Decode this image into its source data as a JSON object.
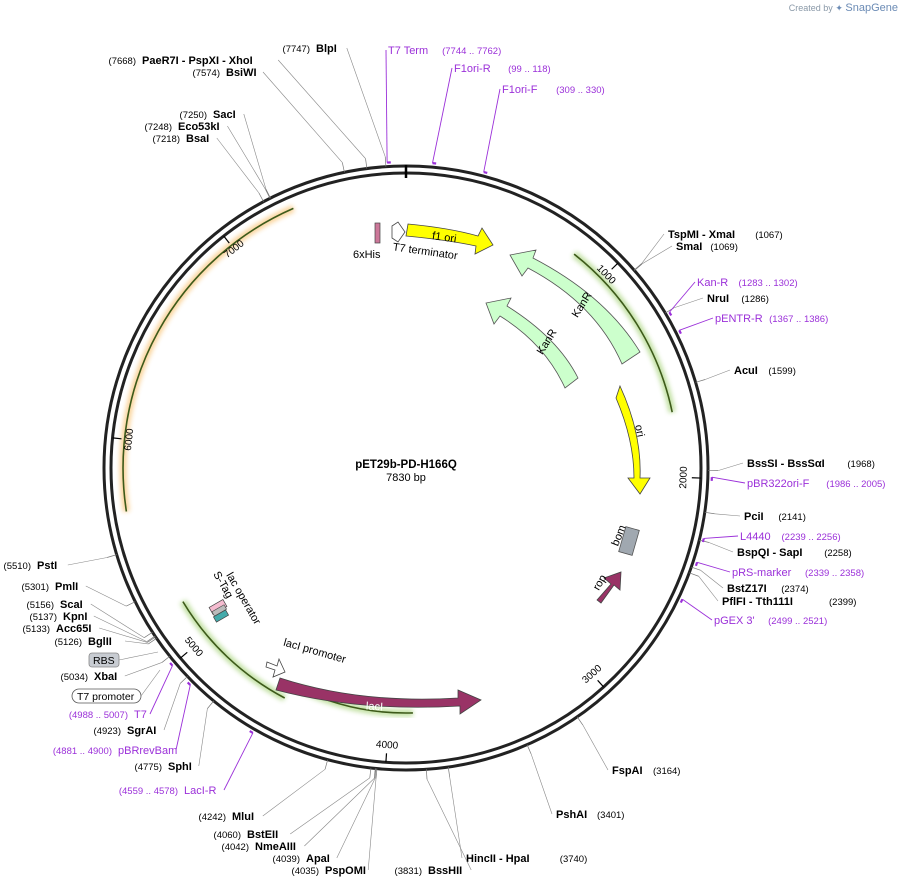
{
  "credit": {
    "prefix": "Created by",
    "brand": "SnapGene"
  },
  "plasmid": {
    "name": "pET29b-PD-H166Q",
    "length_label": "7830 bp",
    "length": 7830
  },
  "ticks": [
    {
      "label": "1000",
      "pos": 1000
    },
    {
      "label": "2000",
      "pos": 2000
    },
    {
      "label": "3000",
      "pos": 3000
    },
    {
      "label": "4000",
      "pos": 4000
    },
    {
      "label": "5000",
      "pos": 5000
    },
    {
      "label": "6000",
      "pos": 6000
    },
    {
      "label": "7000",
      "pos": 7000
    }
  ],
  "enzymes": [
    {
      "text": "BlpI",
      "pos_text": "(7747)",
      "pos": 7747,
      "side": "left"
    },
    {
      "text": "PaeR7I - PspXI - XhoI",
      "pos_text": "(7668)",
      "pos": 7668,
      "side": "left"
    },
    {
      "text": "BsiWI",
      "pos_text": "(7574)",
      "pos": 7574,
      "side": "left"
    },
    {
      "text": "SacI",
      "pos_text": "(7250)",
      "pos": 7250,
      "side": "left"
    },
    {
      "text": "Eco53kI",
      "pos_text": "(7248)",
      "pos": 7248,
      "side": "left"
    },
    {
      "text": "BsaI",
      "pos_text": "(7218)",
      "pos": 7218,
      "side": "left"
    },
    {
      "text": "TspMI - XmaI",
      "pos_text": "(1067)",
      "pos": 1067,
      "side": "right"
    },
    {
      "text": "SmaI",
      "pos_text": "(1069)",
      "pos": 1069,
      "side": "right"
    },
    {
      "text": "NruI",
      "pos_text": "(1286)",
      "pos": 1286,
      "side": "right"
    },
    {
      "text": "AcuI",
      "pos_text": "(1599)",
      "pos": 1599,
      "side": "right"
    },
    {
      "text": "BssSI - BssSαI",
      "pos_text": "(1968)",
      "pos": 1968,
      "side": "right"
    },
    {
      "text": "PciI",
      "pos_text": "(2141)",
      "pos": 2141,
      "side": "right"
    },
    {
      "text": "BspQI - SapI",
      "pos_text": "(2258)",
      "pos": 2258,
      "side": "right"
    },
    {
      "text": "BstZ17I",
      "pos_text": "(2374)",
      "pos": 2374,
      "side": "right"
    },
    {
      "text": "PflFI - Tth111I",
      "pos_text": "(2399)",
      "pos": 2399,
      "side": "right"
    },
    {
      "text": "FspAI",
      "pos_text": "(3164)",
      "pos": 3164,
      "side": "right"
    },
    {
      "text": "PshAI",
      "pos_text": "(3401)",
      "pos": 3401,
      "side": "right"
    },
    {
      "text": "HincII - HpaI",
      "pos_text": "(3740)",
      "pos": 3740,
      "side": "right"
    },
    {
      "text": "BssHII",
      "pos_text": "(3831)",
      "pos": 3831,
      "side": "left"
    },
    {
      "text": "PspOMI",
      "pos_text": "(4035)",
      "pos": 4035,
      "side": "left"
    },
    {
      "text": "ApaI",
      "pos_text": "(4039)",
      "pos": 4039,
      "side": "left"
    },
    {
      "text": "NmeAIII",
      "pos_text": "(4042)",
      "pos": 4042,
      "side": "left"
    },
    {
      "text": "BstEII",
      "pos_text": "(4060)",
      "pos": 4060,
      "side": "left"
    },
    {
      "text": "MluI",
      "pos_text": "(4242)",
      "pos": 4242,
      "side": "left"
    },
    {
      "text": "SphI",
      "pos_text": "(4775)",
      "pos": 4775,
      "side": "left"
    },
    {
      "text": "SgrAI",
      "pos_text": "(4923)",
      "pos": 4923,
      "side": "left"
    },
    {
      "text": "XbaI",
      "pos_text": "(5034)",
      "pos": 5034,
      "side": "left"
    },
    {
      "text": "BglII",
      "pos_text": "(5126)",
      "pos": 5126,
      "side": "left"
    },
    {
      "text": "Acc65I",
      "pos_text": "(5133)",
      "pos": 5133,
      "side": "left"
    },
    {
      "text": "KpnI",
      "pos_text": "(5137)",
      "pos": 5137,
      "side": "left"
    },
    {
      "text": "ScaI",
      "pos_text": "(5156)",
      "pos": 5156,
      "side": "left"
    },
    {
      "text": "PmlI",
      "pos_text": "(5301)",
      "pos": 5301,
      "side": "left"
    },
    {
      "text": "PstI",
      "pos_text": "(5510)",
      "pos": 5510,
      "side": "left"
    }
  ],
  "primers": [
    {
      "text": "T7 Term",
      "range": "(7744 .. 7762)",
      "pos": 7753,
      "side": "right"
    },
    {
      "text": "F1ori-R",
      "range": "(99 .. 118)",
      "pos": 108,
      "side": "right"
    },
    {
      "text": "F1ori-F",
      "range": "(309 .. 330)",
      "pos": 320,
      "side": "right"
    },
    {
      "text": "Kan-R",
      "range": "(1283 .. 1302)",
      "pos": 1292,
      "side": "right"
    },
    {
      "text": "pENTR-R",
      "range": "(1367 .. 1386)",
      "pos": 1376,
      "side": "right"
    },
    {
      "text": "pBR322ori-F",
      "range": "(1986 .. 2005)",
      "pos": 1995,
      "side": "right"
    },
    {
      "text": "L4440",
      "range": "(2239 .. 2256)",
      "pos": 2247,
      "side": "right"
    },
    {
      "text": "pRS-marker",
      "range": "(2339 .. 2358)",
      "pos": 2348,
      "side": "right"
    },
    {
      "text": "pGEX 3'",
      "range": "(2499 .. 2521)",
      "pos": 2510,
      "side": "right"
    },
    {
      "text": "LacI-R",
      "range": "(4559 .. 4578)",
      "pos": 4568,
      "side": "left"
    },
    {
      "text": "pBRrevBam",
      "range": "(4881 .. 4900)",
      "pos": 4890,
      "side": "left"
    },
    {
      "text": "T7",
      "range": "(4988 .. 5007)",
      "pos": 4997,
      "side": "left"
    }
  ],
  "boxed_labels": [
    {
      "text": "RBS",
      "style": "filled",
      "pos": 5060
    },
    {
      "text": "T7 promoter",
      "style": "outline",
      "pos": 5018
    }
  ],
  "features": [
    {
      "text": "f1 ori",
      "color": "#ffff00",
      "pos": 500
    },
    {
      "text": "KanR",
      "color": "#ccffcc",
      "pos": 1200
    },
    {
      "text": "KanR",
      "color": "#ccffcc",
      "pos": 1400
    },
    {
      "text": "ori",
      "color": "#ffff00",
      "pos": 2000
    },
    {
      "text": "bom",
      "color": "#a0a8b0",
      "pos": 2500
    },
    {
      "text": "rop",
      "color": "#993366",
      "pos": 2700
    },
    {
      "text": "lacI",
      "color": "#993366",
      "pos": 4200
    },
    {
      "text": "lacI promoter",
      "color": "#ffffff",
      "pos": 4900
    },
    {
      "text": "lac operator",
      "color": "#ffffff",
      "pos": 5250
    },
    {
      "text": "S-Tag",
      "color": "#44aaaa",
      "pos": 5300
    },
    {
      "text": "6xHis",
      "color": "#cc7799",
      "pos": 7700
    },
    {
      "text": "T7 terminator",
      "color": "#ffffff",
      "pos": 7800
    }
  ],
  "colors": {
    "backbone": "#222222",
    "enzyme_text": "#000000",
    "primer": "#9b30d9",
    "ori_yellow": "#ffff00",
    "kan_green": "#ccffcc",
    "green_arc": "#77bb33",
    "orange_arc": "#f5a020",
    "maroon": "#993366"
  }
}
